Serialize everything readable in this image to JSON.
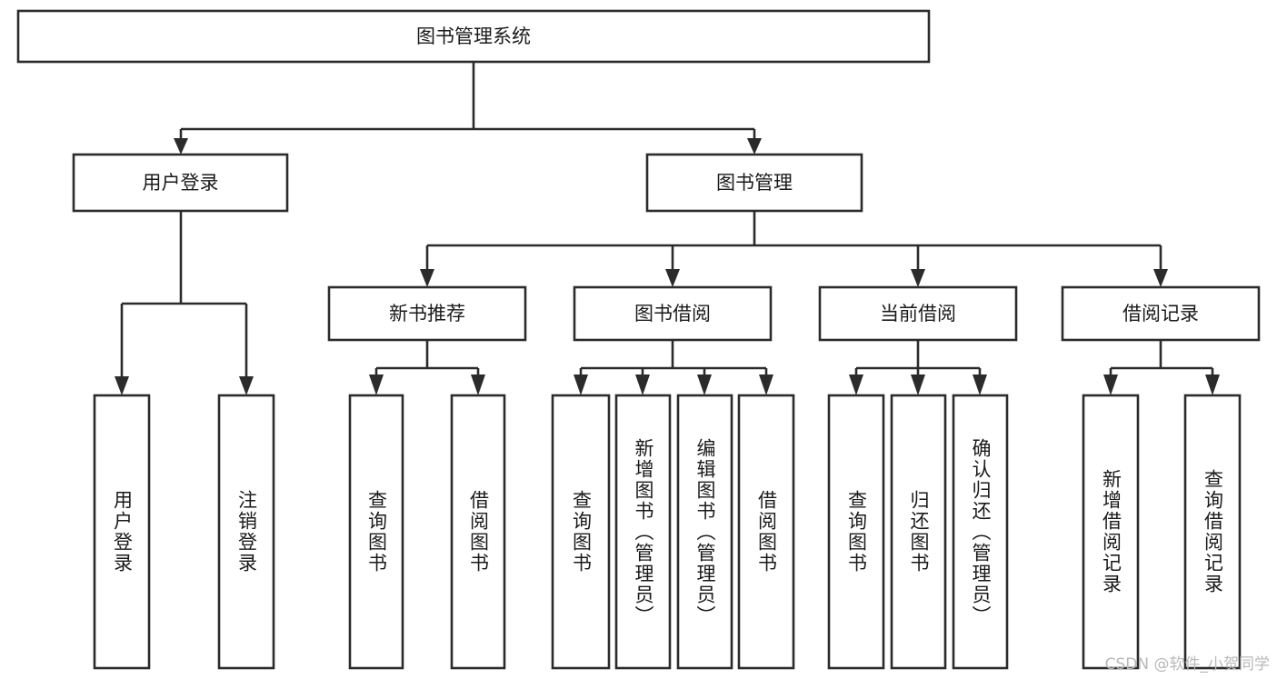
{
  "diagram": {
    "title": "图书管理系统",
    "watermark": "CSDN @软件_小贺同学",
    "colors": {
      "stroke": "#2b2b2b",
      "box_fill": "#ffffff",
      "text": "#1a1a1a",
      "background": "#ffffff",
      "watermark": "#b9b9b9"
    },
    "root": {
      "label": "图书管理系统"
    },
    "level2": [
      {
        "label": "用户登录"
      },
      {
        "label": "图书管理"
      }
    ],
    "level3": [
      {
        "label": "新书推荐"
      },
      {
        "label": "图书借阅"
      },
      {
        "label": "当前借阅"
      },
      {
        "label": "借阅记录"
      }
    ],
    "leaves": {
      "user_login": [
        {
          "label": "用户登录"
        },
        {
          "label": "注销登录"
        }
      ],
      "new_book_recommend": [
        {
          "label": "查询图书"
        },
        {
          "label": "借阅图书"
        }
      ],
      "book_borrow": [
        {
          "label": "查询图书"
        },
        {
          "label": "新增图书（管理员）"
        },
        {
          "label": "编辑图书（管理员）"
        },
        {
          "label": "借阅图书"
        }
      ],
      "current_borrow": [
        {
          "label": "查询图书"
        },
        {
          "label": "归还图书"
        },
        {
          "label": "确认归还（管理员）"
        }
      ],
      "borrow_record": [
        {
          "label": "新增借阅记录"
        },
        {
          "label": "查询借阅记录"
        }
      ]
    }
  }
}
